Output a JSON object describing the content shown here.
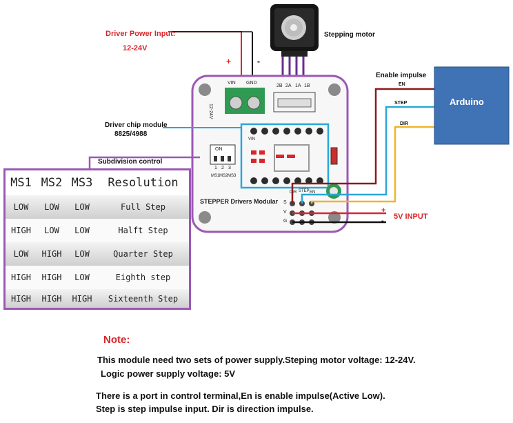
{
  "labels": {
    "driver_power_input": "Driver Power Input:",
    "driver_power_voltage": "12-24V",
    "plus": "+",
    "minus": "-",
    "stepping_motor": "Stepping motor",
    "enable_impulse": "Enable impulse",
    "en": "EN",
    "step": "STEP",
    "dir": "DIR",
    "arduino": "Arduino",
    "driver_chip_module": "Driver chip module",
    "driver_chip_part": "8825/4988",
    "subdivision_control": "Subdivision control",
    "board_title": "STEPPER Drivers Modular",
    "vin": "VIN",
    "gnd": "GND",
    "coil_pins": [
      "2B",
      "2A",
      "1A",
      "1B"
    ],
    "voltage_side": "12-24V",
    "vin_small": "VIN",
    "on": "ON",
    "dip_numbers": [
      "1",
      "2",
      "3"
    ],
    "ms_labels": [
      "MS1",
      "MS2",
      "MS3"
    ],
    "side_pins": [
      "S",
      "V",
      "G"
    ],
    "top_pins": [
      "DIR",
      "STEP",
      "EN"
    ],
    "five_v_plus": "+",
    "five_v_minus": "-",
    "five_v_input": "5V INPUT"
  },
  "colors": {
    "red": "#d8262b",
    "purple": "#9b58b5",
    "blue": "#2aa7d8",
    "yellow": "#f0b52a",
    "dark_red": "#8b1a1a",
    "arduino_blue": "#3f73b6"
  },
  "table": {
    "headers": [
      "MS1",
      "MS2",
      "MS3",
      "Resolution"
    ],
    "rows": [
      [
        "LOW",
        "LOW",
        "LOW",
        "Full Step"
      ],
      [
        "HIGH",
        "LOW",
        "LOW",
        "Halft Step"
      ],
      [
        "LOW",
        "HIGH",
        "LOW",
        "Quarter Step"
      ],
      [
        "HIGH",
        "HIGH",
        "LOW",
        "Eighth step"
      ],
      [
        "HIGH",
        "HIGH",
        "HIGH",
        "Sixteenth Step"
      ]
    ]
  },
  "note": {
    "title": "Note:",
    "line1": "This module need two sets of power supply.Steping motor voltage: 12-24V.",
    "line2": "Logic power supply voltage: 5V",
    "line3": "There is a port in control terminal,En is enable impulse(Active Low).",
    "line4": "Step is step impulse input. Dir is direction impulse."
  }
}
